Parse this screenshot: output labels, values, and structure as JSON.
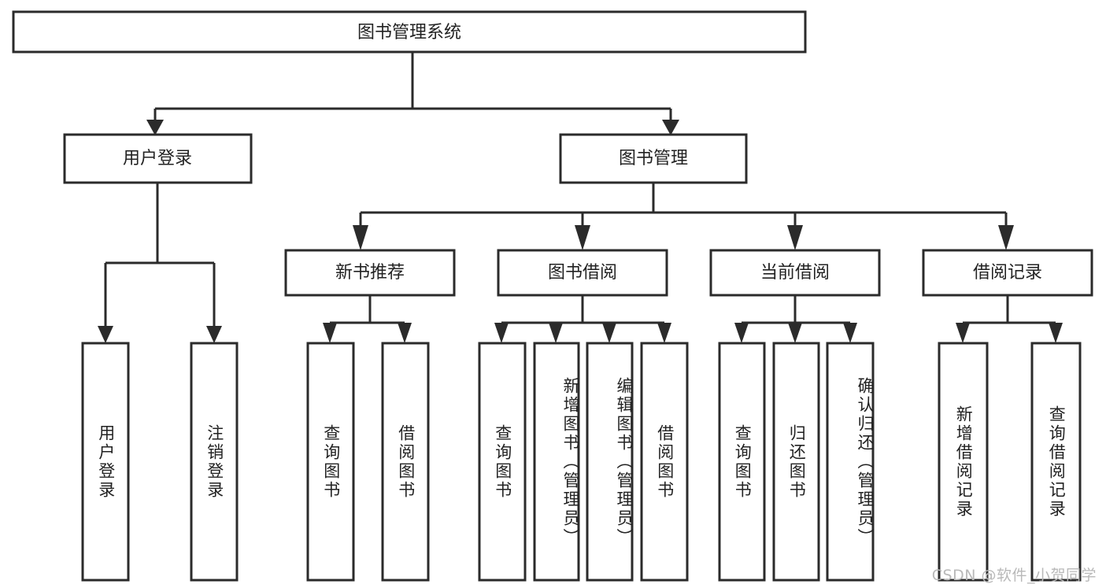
{
  "diagram": {
    "title": "图书管理系统",
    "watermark": "CSDN @软件_小贺同学",
    "colors": {
      "stroke": "#2b2b2b",
      "fill": "#ffffff",
      "text": "#222222",
      "watermark": "#b9b9b9"
    },
    "root": {
      "label": "图书管理系统"
    },
    "level2": [
      {
        "label": "用户登录"
      },
      {
        "label": "图书管理"
      }
    ],
    "level3": [
      {
        "label": "新书推荐"
      },
      {
        "label": "图书借阅"
      },
      {
        "label": "当前借阅"
      },
      {
        "label": "借阅记录"
      }
    ],
    "leaves": [
      {
        "label": "用户登录",
        "parent": "用户登录"
      },
      {
        "label": "注销登录",
        "parent": "用户登录"
      },
      {
        "label": "查询图书",
        "parent": "新书推荐"
      },
      {
        "label": "借阅图书",
        "parent": "新书推荐"
      },
      {
        "label": "查询图书",
        "parent": "图书借阅"
      },
      {
        "label": "新增图书（管理员）",
        "parent": "图书借阅"
      },
      {
        "label": "编辑图书（管理员）",
        "parent": "图书借阅"
      },
      {
        "label": "借阅图书",
        "parent": "图书借阅"
      },
      {
        "label": "查询图书",
        "parent": "当前借阅"
      },
      {
        "label": "归还图书",
        "parent": "当前借阅"
      },
      {
        "label": "确认归还（管理员）",
        "parent": "当前借阅"
      },
      {
        "label": "新增借阅记录",
        "parent": "借阅记录"
      },
      {
        "label": "查询借阅记录",
        "parent": "借阅记录"
      }
    ]
  }
}
